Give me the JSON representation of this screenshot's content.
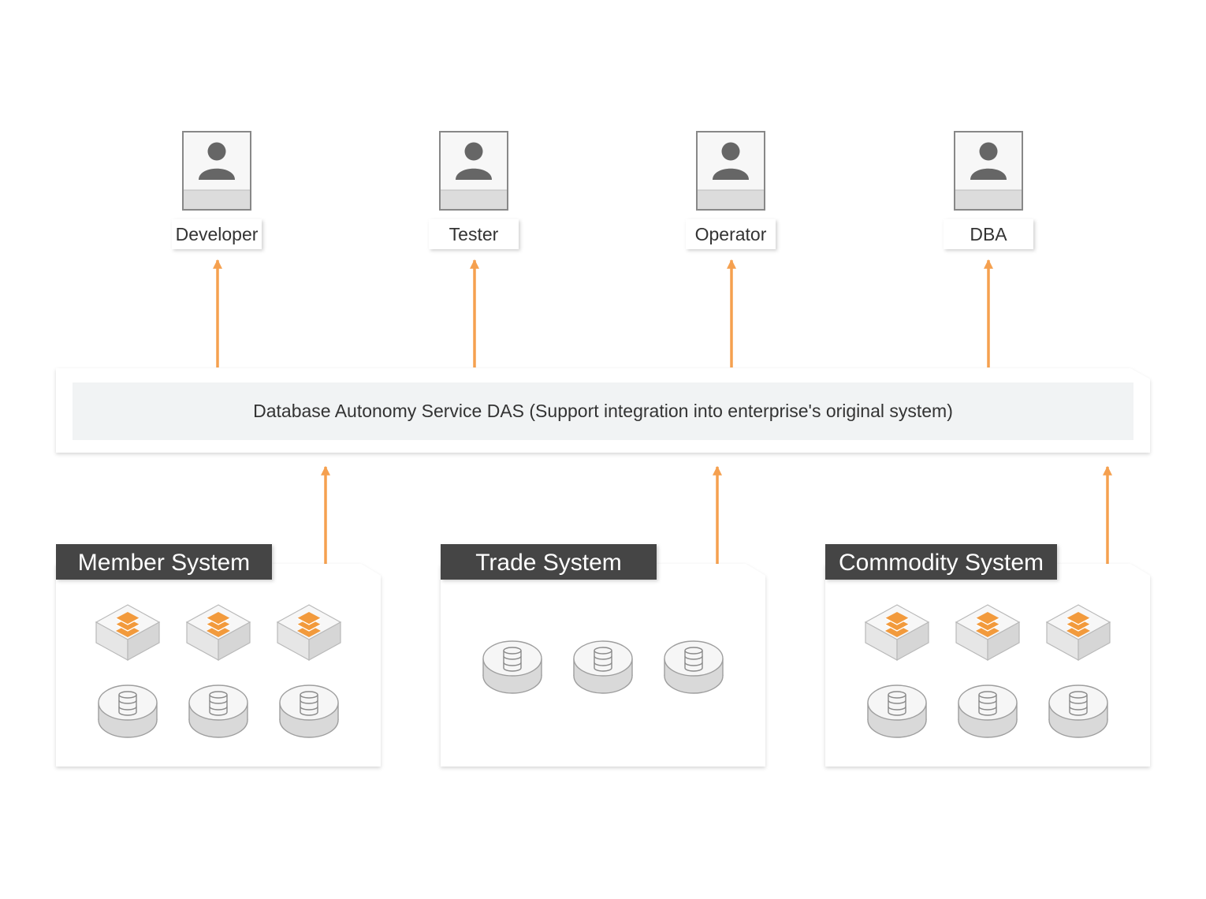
{
  "roles": [
    {
      "label": "Developer"
    },
    {
      "label": "Tester"
    },
    {
      "label": "Operator"
    },
    {
      "label": "DBA"
    }
  ],
  "service": {
    "label": "Database Autonomy Service DAS (Support integration into enterprise's original system)"
  },
  "systems": [
    {
      "label": "Member System",
      "cache_nodes": 3,
      "db_nodes": 3
    },
    {
      "label": "Trade System",
      "cache_nodes": 0,
      "db_nodes": 3
    },
    {
      "label": "Commodity System",
      "cache_nodes": 3,
      "db_nodes": 3
    }
  ],
  "colors": {
    "arrow": "#f5a04f",
    "accent": "#f29a3c",
    "tab_bg": "#444444",
    "tab_text": "#ffffff",
    "service_band": "#f1f3f4",
    "avatar": "#666666",
    "text": "#333333"
  },
  "icons": {
    "role": "user-avatar-icon",
    "cache": "cache-server-icon",
    "database": "database-icon"
  }
}
